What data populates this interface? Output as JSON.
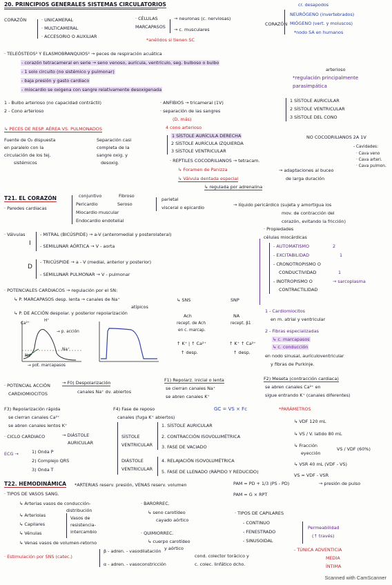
{
  "s20": {
    "title": "20. PRINCIPIOS GENERALES SISTEMAS CIRCULATORIOS",
    "col1": [
      "CORAZÓN",
      "· UNICAMERAL",
      "· MULTICAMERAL",
      "· ACCESORIO O AUXILIAR"
    ],
    "celulas": [
      "· CÉLULAS",
      "MARCAPASOS"
    ],
    "neuronas": [
      "→ neuronas (c. nerviosas)",
      "→ c. musculares"
    ],
    "anelidos": "*anélidos si tienen SC",
    "corazon_b": "CORAZÓN",
    "cr": [
      "cr. desapodos",
      "NEURÓGENO (invertebrados)",
      "MIÓGENO (vert. y moluscos)",
      "*nodo SA en humanos"
    ],
    "teleosteos": "· TELEÓSTEOS² Y ELASMOBRANQUIOS² → peces de respiración acuática",
    "tel_items": [
      "- corazón tetracameral en serie → seno venoso, aurícula, ventrículo, seg. bulboso o bulbo",
      "arterioso",
      "- 1 solo circuito (no sistémico y pulmonar)",
      "- baja presión y gasto cardiaco",
      "- miocardio se oxigena con sangre relativamente desoxigenada"
    ],
    "regulacion": [
      "*regulación principalmente",
      "parasimpática"
    ],
    "bulbo": [
      "1 - Bulbo arterioso (no capacidad contráctil)",
      "2 - Cono arterioso"
    ],
    "anfibios": [
      "· ANFIBIOS → tricameral (1V)",
      "· separación de las sangres",
      "(D. más)",
      "4 cono arterioso"
    ],
    "peces": "↳ PECES DE RESP. AÉREA VS. PULMONADOS",
    "fuente": [
      "Fuente de O₂ dispuesta",
      "en paralelo con la",
      "circulación de los tej.",
      "sistémicos"
    ],
    "separacion": [
      "Separación casi",
      "completa de la",
      "sangre oxig. y",
      "desoxig."
    ],
    "sistole_anf": [
      "1 SÍSTOLE AURÍCULA DERECHA",
      "2 SÍSTOLE AURÍCULA IZQUIERDA",
      "3 SÍSTOLE VENTRICULAR"
    ],
    "sistole_r": [
      "1 SÍSTOLE AURICULAR",
      "2 SÍSTOLE VENTRICULAR",
      "3 SÍSTOLE DEL CONO"
    ],
    "reptiles": "· REPTILES COCODRILIANOS → tetracam.",
    "rep_items": [
      "↳ Foramen de Panizza",
      "↳ Válvula dentada especial",
      "↳ regulada por adrenalina"
    ],
    "adaptaciones": [
      "→ adaptaciones al buceo",
      "de larga duración"
    ],
    "nocoro": "NO COCODRILIANOS 2A 1V",
    "cavas": [
      "- Cavidades:",
      "· Cava veno",
      "· Cava arteri.",
      "· Cava pulmon."
    ]
  },
  "s21": {
    "title": "T21. EL CORAZÓN",
    "pared": "· Paredes cardiacas",
    "layers": [
      "conjuntivo",
      "Pericardio",
      "Miocardio muscular",
      "Endocardio endotelial"
    ],
    "fibroso": [
      "Fibroso",
      "Seroso"
    ],
    "parietal": [
      "parietal",
      "visceral o epicardio"
    ],
    "liquido": [
      "→ líquido pericárdico (sujeta y amortigua los",
      "mov. de contracción del",
      "corazón, evitando la fricción)"
    ],
    "valvulas": "· Válvulas",
    "i": "I",
    "d": "D",
    "mitral": "- MITRAL (BICÚSPIDE) → a-V (anteromedial y posterolateral)",
    "semilunar_a": "- SEMILUNAR AÓRTICA → V - aorta",
    "tricuspide": "- TRICÚSPIDE → a - V (medial, anterior y posterior)",
    "semilunar_p": "- SEMILUNAR PULMONAR → V - pulmonar",
    "propiedades": [
      "· Propiedades",
      "células miocárdicas"
    ],
    "props": [
      "- AUTOMATISMO",
      "- EXCITABILIDAD",
      "- CRONOTROPISMO O",
      "CONDUCTIVIDAD",
      "- INOTROPISMO O",
      "CONTRACTILIDAD"
    ],
    "prop_nums": [
      "2",
      "1",
      "1"
    ],
    "sarcoplasma": "→ sarcoplasma",
    "potenciales": "· POTENCIALES CARDIACOS → regulación por el SN:",
    "pmarca": "↳ P. MARCAPASOS desp. lenta → canales de Na⁺",
    "atipicos": "atípicos",
    "paccion": "↳ P. DE ACCIÓN despolar. y posterior repolarización",
    "graph": [
      "Ca²⁺",
      "H⁺",
      "→ p. acción",
      "Na⁺",
      "Na⁺",
      "→ pot. marcapasos"
    ],
    "sns": [
      "↳ SNS",
      "Ach",
      "recept. de Ach",
      "en c. marcap."
    ],
    "snp": [
      "SNP",
      "NA",
      "recept. β1"
    ],
    "sns_eff": [
      "↑ K⁺ | ↑ Ca²⁺",
      "↑ desp.",
      "↑ K⁺ ↑ Ca²⁺",
      "↑ desp."
    ],
    "fibras": [
      "1 - Cardiomiocitos",
      "en m. atrial y ventricular",
      "2 - Fibras especializadas",
      "↳ c. marcapasos",
      "↳ c. conducción",
      "en nodo sinusal, aurículoventricular",
      "y fibras de Purkinje."
    ]
  },
  "phases": {
    "pot_accion": [
      "· POTENCIAL ACCIÓN",
      "CARDIOMIOCITOS"
    ],
    "f0": [
      "→ F0) Despolarización",
      "canales Na⁺ dv. abiertos"
    ],
    "f1": [
      "F1) Repolarz. inicial o lenta",
      "se cierran canales Na⁺",
      "se abren canales K⁺"
    ],
    "f2": [
      "F2) Meseta (contracción cardiaca)",
      "se abren canales Ca²⁺ en",
      "sigue entrando K⁺ (canales diferentes)"
    ],
    "f3": [
      "F3) Repolarización rápida",
      "se cierran canales Ca²⁺",
      "se abren canales lentos K⁺"
    ],
    "f4": [
      "F4) Fase de reposo",
      "canales (fuga K⁺ abiertos)"
    ],
    "gc": "GC = VS × Fc",
    "parametros": "*PARÁMETROS",
    "params": [
      "↳ VDF 120 mL",
      "↳ VS / V. latido 80 mL",
      "↳ Fracción",
      "eyección",
      "VS / VDF (60%)",
      "↳ VSR 40 mL (VDF - VS)",
      "VS = VDF - VSR"
    ],
    "ciclo": "· CICLO CARDIACO",
    "diastole_a": [
      "→ DIÁSTOLE",
      "AURICULAR"
    ],
    "sistole_v": [
      "SÍSTOLE",
      "VENTRICULAR"
    ],
    "diastole_v": [
      "DIÁSTOLE",
      "VENTRICULAR"
    ],
    "ciclo_steps": [
      "1. SÍSTOLE AURICULAR",
      "2. CONTRACCIÓN ISOVOLUMÉTRICA",
      "3. FASE DE VACIADO",
      "4. RELAJACIÓN ISOVOLUMÉTRICA",
      "5. FASE DE LLENADO (RÁPIDO Y REDUCIDO)"
    ],
    "ecg": [
      "ECG →",
      "1) Onda P",
      "2) Complejo QRS",
      "3) Onda T"
    ]
  },
  "s22": {
    "title": "T22. HEMODINÁMICA",
    "arterias": "*ARTERIAS reserv. presión, VENAS reserv. volumen",
    "pam": [
      "PAM = PD + 1/3 (PS - PD)",
      "→ presión de pulso",
      "PAM = G × RPT"
    ],
    "tipos": "· TIPOS DE VASOS SANG.",
    "vasos": [
      "↳ Arterias vasos de conducción-",
      "distribución",
      "↳ Arteriolas",
      "↳ Capilares",
      "↳ Vénulas",
      "↳ Venas vasos de volumen-retorno"
    ],
    "resist": [
      "Vasos de",
      "resistencia-",
      "intercambio"
    ],
    "baro": [
      "· BARORREC.",
      "↳ seno carotídeo",
      "cayado aórtico"
    ],
    "quimio": [
      "· QUIMIORREC.",
      "↳ cuerpo carotídeo",
      "y aórtico",
      "cond. colector torácico y",
      "c. colec. linfático dcho."
    ],
    "capilares": [
      "· TIPOS DE CAPILARES",
      "- CONTINUO",
      "- FENESTRADO",
      "- SINUSOIDAL"
    ],
    "permeab": [
      "Permeabilidad",
      "(↑ través)"
    ],
    "tunica": [
      "- TÚNICA ADVENTICIA",
      "MEDIA",
      "ÍNTIMA"
    ],
    "estim": "· Estimulación por SNS (catec.)",
    "beta": "β - adren. - vasodilatación",
    "alfa": "α - adren. - vasoconstricción"
  },
  "footer": "Scanned with CamScanner"
}
